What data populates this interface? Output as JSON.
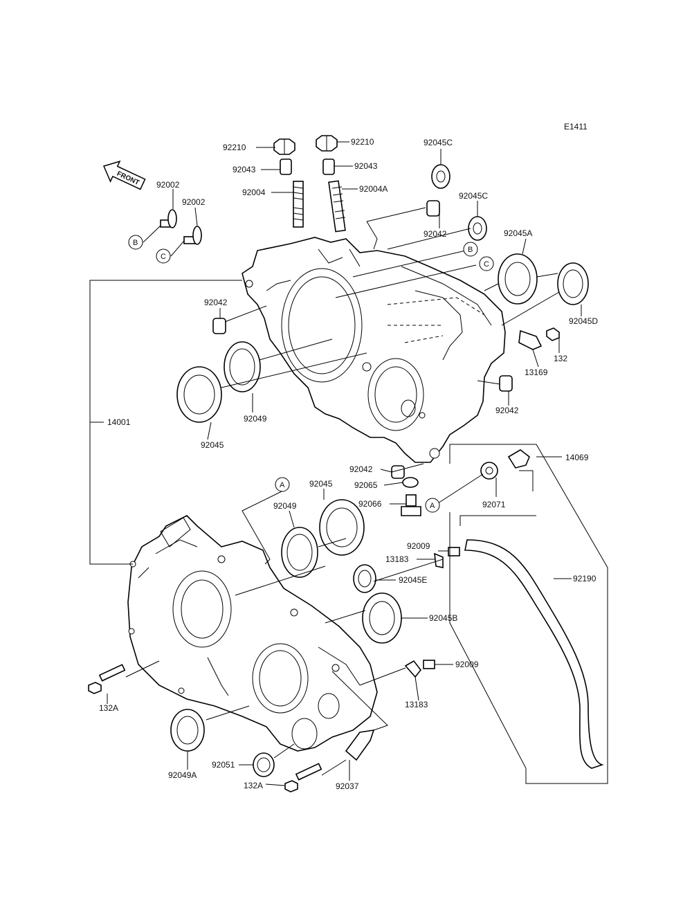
{
  "diagram_code": "E1411",
  "front_label": "FRONT",
  "labels": {
    "l92210a": "92210",
    "l92210b": "92210",
    "l92045c_top": "92045C",
    "l92043a": "92043",
    "l92043b": "92043",
    "l92004": "92004",
    "l92004a": "92004A",
    "l92002a": "92002",
    "l92002b": "92002",
    "l92042_top": "92042",
    "l92045c_mid": "92045C",
    "l92045a": "92045A",
    "l92042_left": "92042",
    "l92045d": "92045D",
    "l132": "132",
    "l13169": "13169",
    "l92049_upper": "92049",
    "l92045_upper": "92045",
    "l92042_right": "92042",
    "l14001": "14001",
    "l14069": "14069",
    "l92042_bottom": "92042",
    "l92065": "92065",
    "l92066": "92066",
    "l92071": "92071",
    "l92045_lower": "92045",
    "l92049_lower": "92049",
    "l92009a": "92009",
    "l13183a": "13183",
    "l92045e": "92045E",
    "l92190": "92190",
    "l92045b": "92045B",
    "l92009b": "92009",
    "l132a_left": "132A",
    "l13183b": "13183",
    "l92049a": "92049A",
    "l92051": "92051",
    "l132a_bottom": "132A",
    "l92037": "92037"
  },
  "callouts": {
    "b1": "B",
    "c1": "C",
    "b2": "B",
    "c2": "C",
    "a1": "A",
    "a2": "A"
  }
}
